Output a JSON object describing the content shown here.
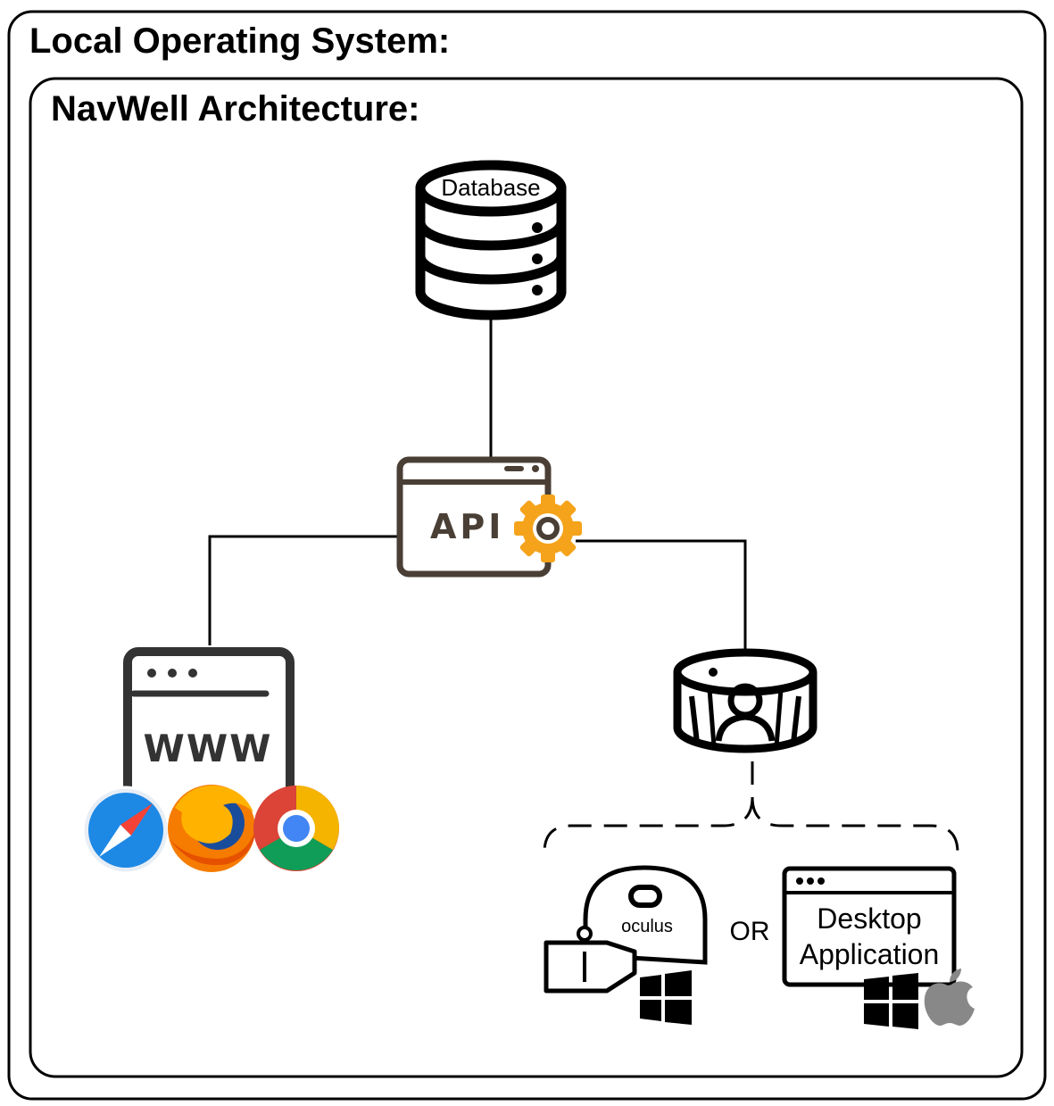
{
  "outer": {
    "title": "Local Operating System:"
  },
  "inner": {
    "title": "NavWell Architecture:"
  },
  "nodes": {
    "database": {
      "label": "Database"
    },
    "api": {
      "label": "API"
    },
    "web": {
      "label": "WWW"
    },
    "oculus": {
      "label": "oculus"
    },
    "or_label": "OR",
    "desktop": {
      "line1": "Desktop",
      "line2": "Application"
    }
  },
  "colors": {
    "stroke": "#000000",
    "api_brown": "#4a3f35",
    "gear": "#f5a31a",
    "safari": "#1e88e5",
    "firefox": "#f57c00",
    "chrome_red": "#db4437",
    "chrome_green": "#0f9d58",
    "chrome_yellow": "#f4b400",
    "chrome_blue": "#4285f4"
  }
}
